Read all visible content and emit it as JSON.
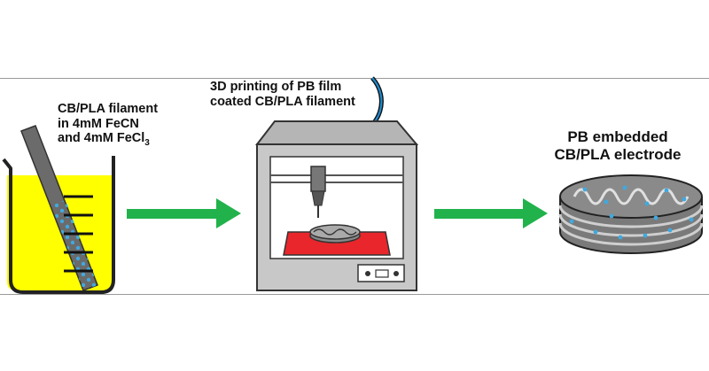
{
  "labels": {
    "step1_line1": "CB/PLA filament",
    "step1_line2": "in 4mM FeCN",
    "step1_line3_prefix": "and 4mM FeCl",
    "step1_line3_sub": "3",
    "step2_line1": "3D printing of PB film",
    "step2_line2": "coated CB/PLA filament",
    "step3_line1": "PB embedded",
    "step3_line2": "CB/PLA electrode"
  },
  "colors": {
    "solution": "#ffff00",
    "filament_dots": "#3fa9e0",
    "arrow": "#22b24c",
    "printer_body": "#c8c8c8",
    "print_bed": "#e8262b",
    "cable": "#1f8ad0"
  },
  "icons": [
    "beaker-icon",
    "printer-icon",
    "electrode-disc-icon",
    "arrow-right-icon"
  ]
}
